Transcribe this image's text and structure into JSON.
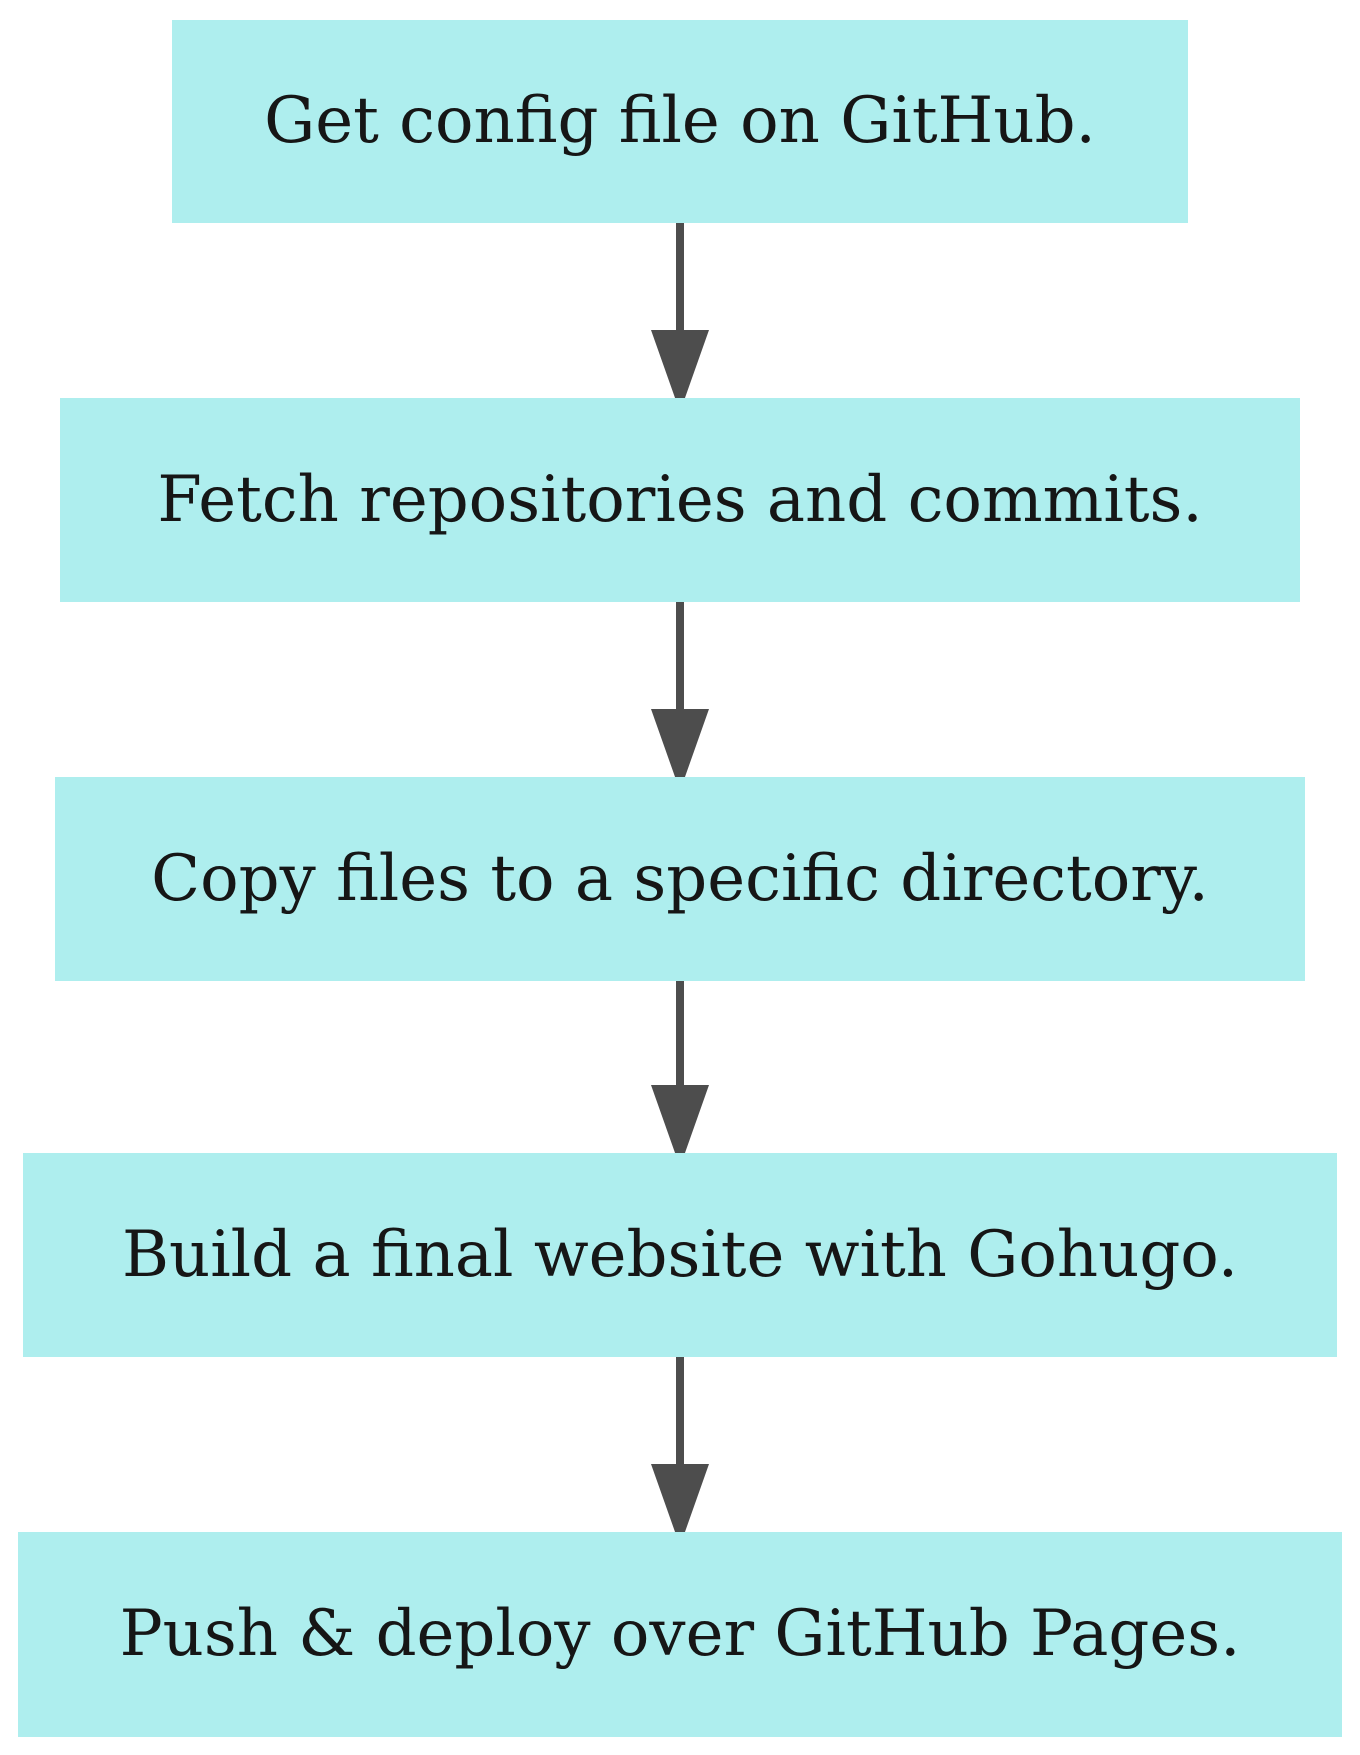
{
  "diagram": {
    "type": "flowchart",
    "direction": "top-down",
    "nodes": [
      {
        "id": "step-1",
        "label": "Get config file on GitHub."
      },
      {
        "id": "step-2",
        "label": "Fetch repositories and commits."
      },
      {
        "id": "step-3",
        "label": "Copy files to a specific directory."
      },
      {
        "id": "step-4",
        "label": "Build a final website with Gohugo."
      },
      {
        "id": "step-5",
        "label": "Push & deploy over GitHub Pages."
      }
    ],
    "edges": [
      {
        "from": "step-1",
        "to": "step-2"
      },
      {
        "from": "step-2",
        "to": "step-3"
      },
      {
        "from": "step-3",
        "to": "step-4"
      },
      {
        "from": "step-4",
        "to": "step-5"
      }
    ],
    "colors": {
      "background": "#ffffff",
      "node_fill": "#aeeeee",
      "node_text": "#161616",
      "arrow": "#4d4d4d"
    }
  }
}
